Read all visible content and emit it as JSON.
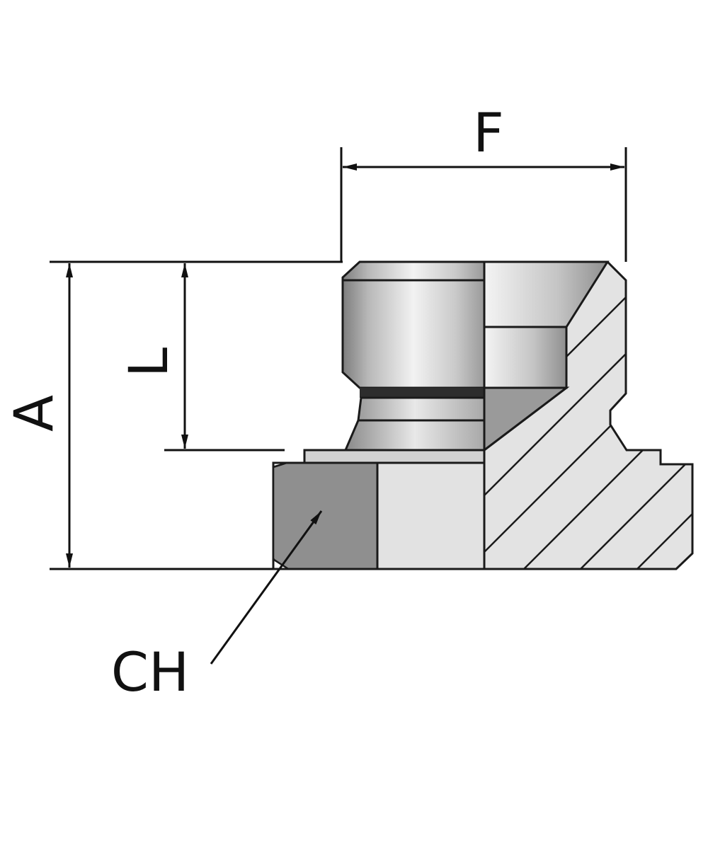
{
  "dimensions": {
    "width_label": "F",
    "height_label": "A",
    "thread_length_label": "L",
    "wrench_size_label": "CH"
  },
  "colors": {
    "line": "#111111",
    "metal_light": "#e6e6e6",
    "metal_mid": "#bdbdbd",
    "metal_dark": "#8a8a8a",
    "section_fill": "#e3e3e3"
  }
}
